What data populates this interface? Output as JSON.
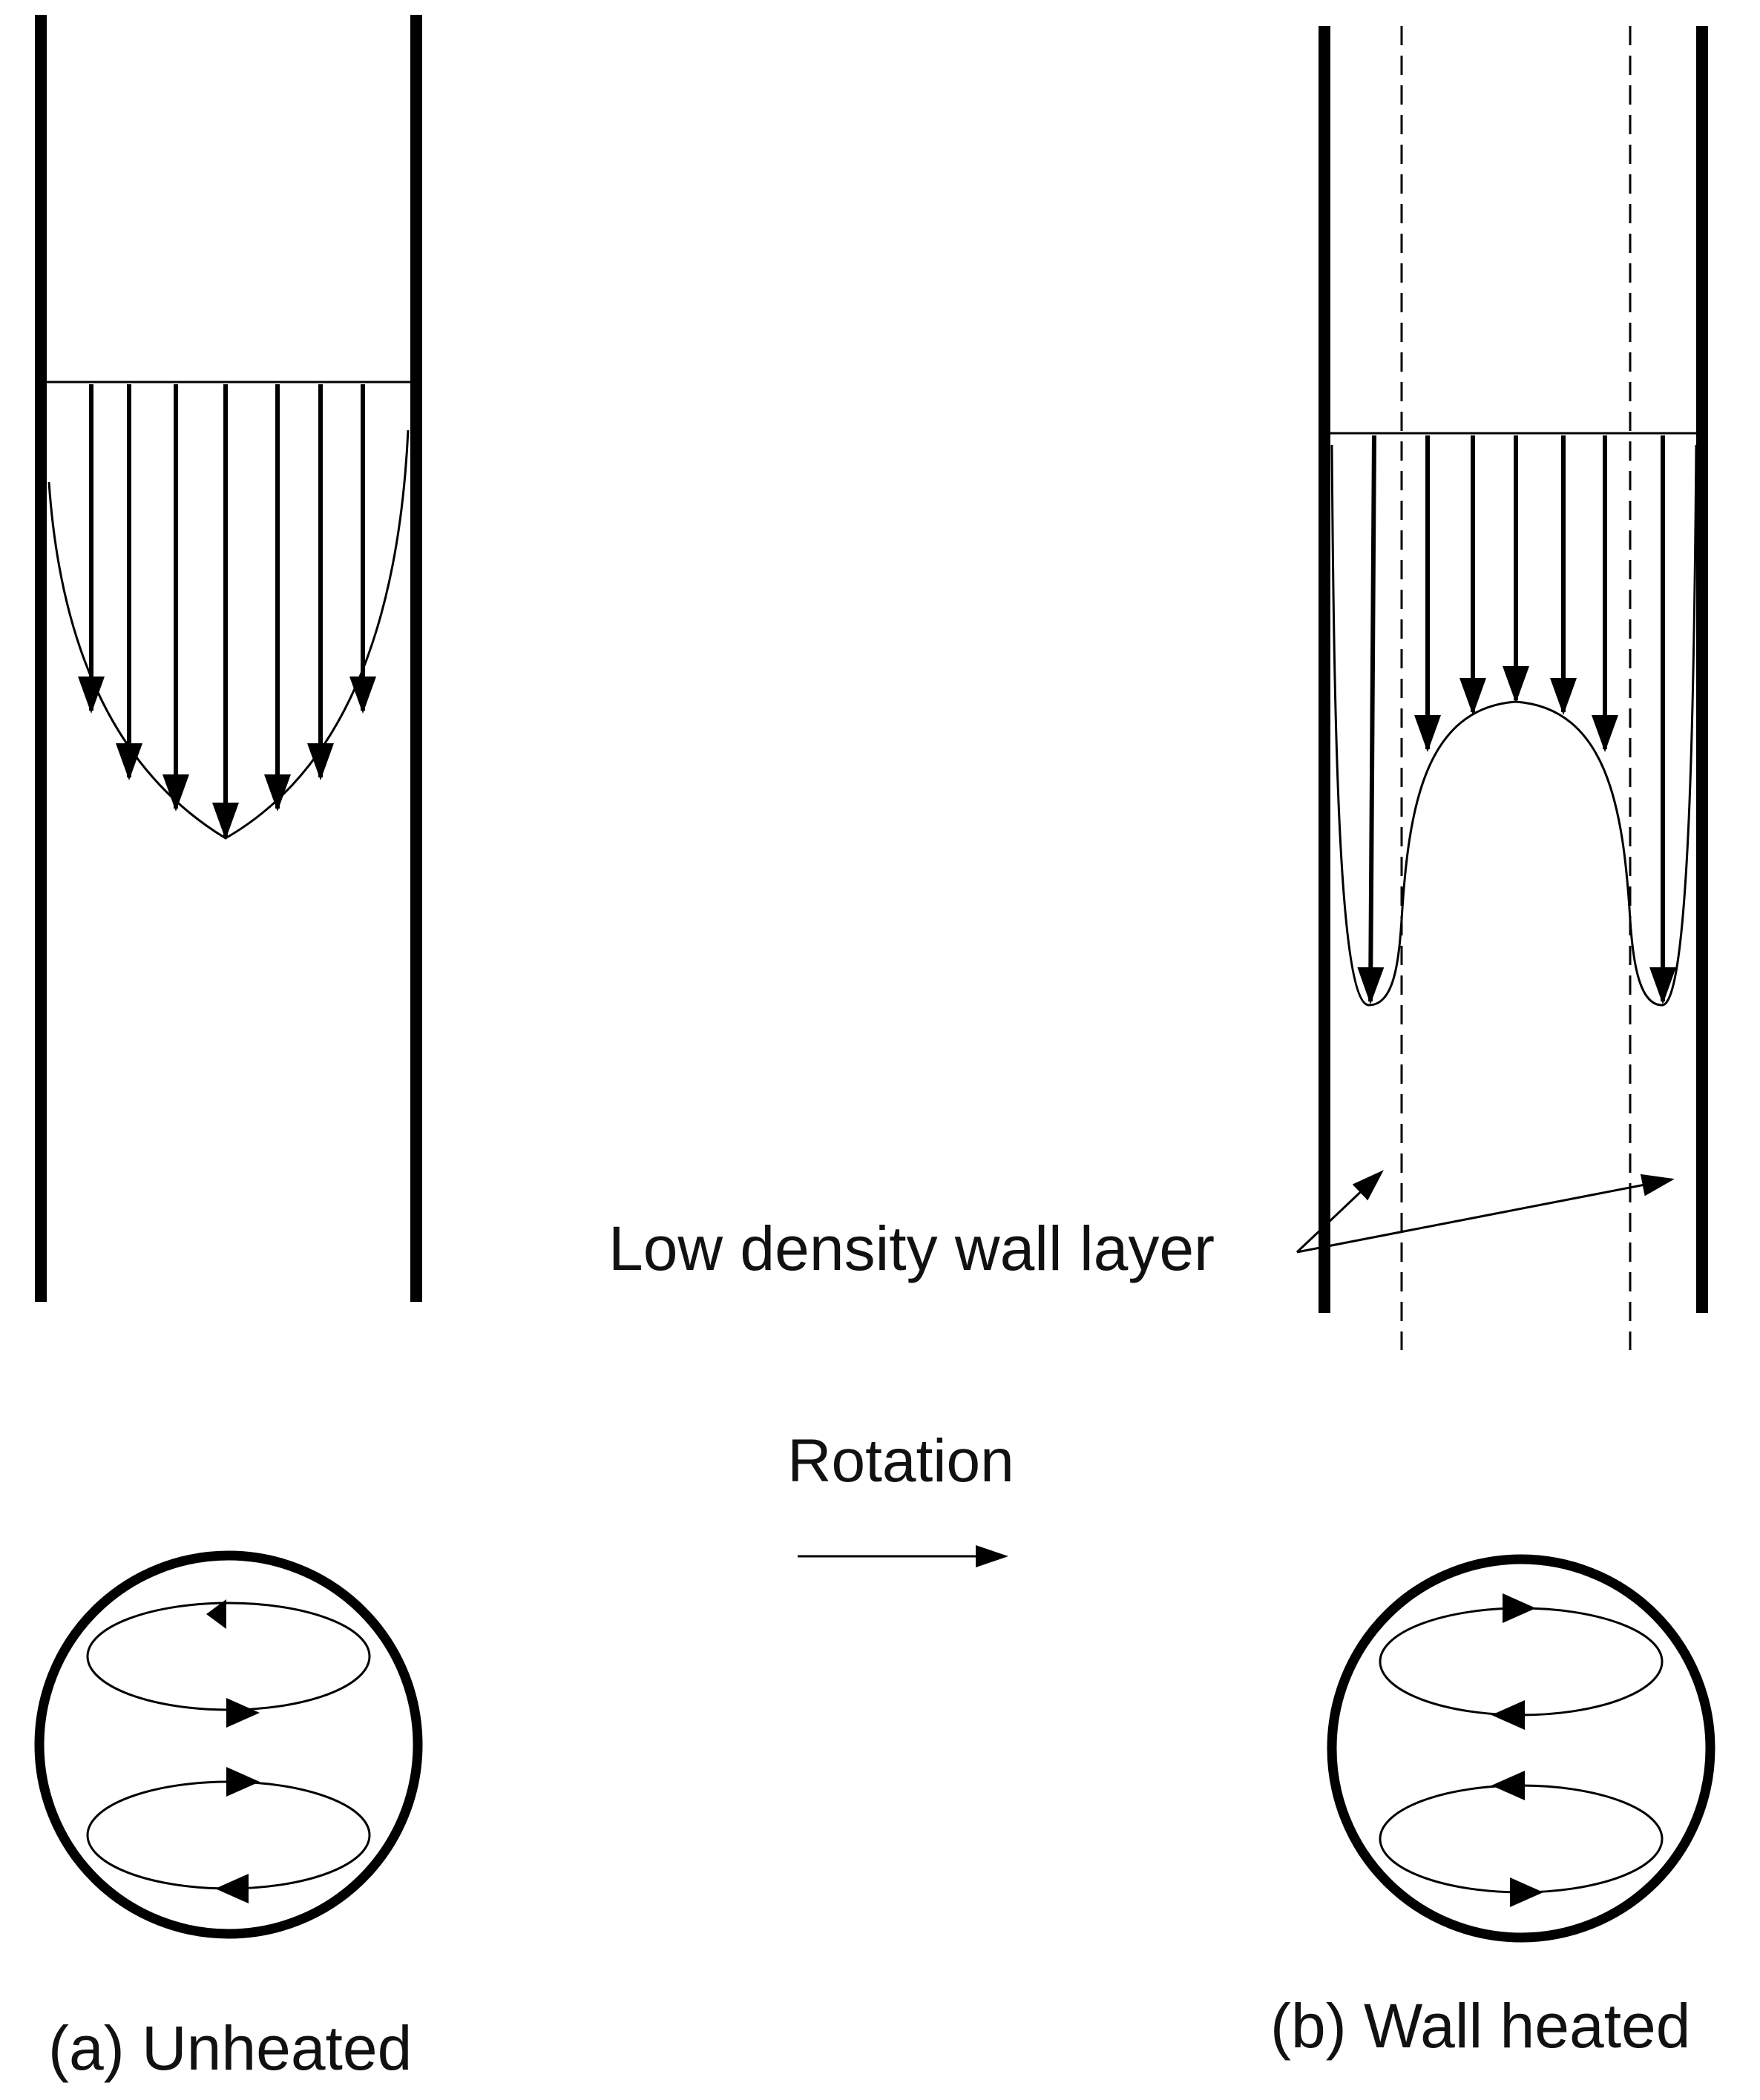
{
  "panel_a": {
    "caption": "(a) Unheated"
  },
  "panel_b": {
    "caption": "(b) Wall heated",
    "annotation": "Low density wall layer"
  },
  "rotation": {
    "label": "Rotation"
  },
  "colors": {
    "ink": "#000000",
    "background": "#ffffff"
  },
  "icons": [
    "arrow-icon",
    "circulation-cell-icon",
    "rotation-arrow-icon"
  ]
}
